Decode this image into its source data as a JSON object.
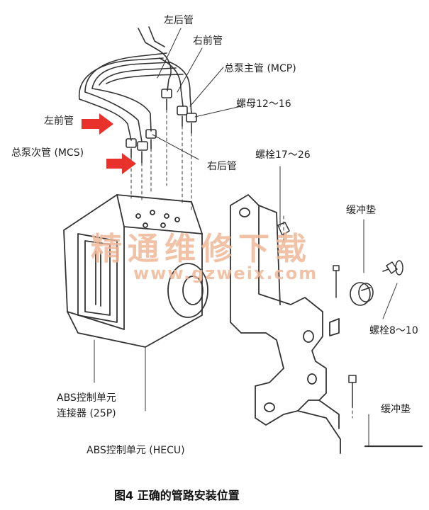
{
  "labels": {
    "left_rear_pipe": "左后管",
    "right_front_pipe": "右前管",
    "mcp": "总泵主管 (MCP)",
    "nut": "螺母12～16",
    "left_front_pipe": "左前管",
    "mcs": "总泵次管 (MCS)",
    "right_rear_pipe": "右后管",
    "bolt_17_26": "螺栓17～26",
    "cushion_top": "缓冲垫",
    "bolt_8_10": "螺栓8～10",
    "connector_line1": "ABS控制单元",
    "connector_line2": "连接器 (25P)",
    "hecu": "ABS控制单元 (HECU)",
    "cushion_bottom": "缓冲垫"
  },
  "watermark": {
    "cn": "精通维修下载",
    "url": "www.gzweix.com"
  },
  "caption": "图4 正确的管路安装位置",
  "colors": {
    "arrow": "#e8312a",
    "line": "#333333",
    "watermark": "#f0b898"
  }
}
